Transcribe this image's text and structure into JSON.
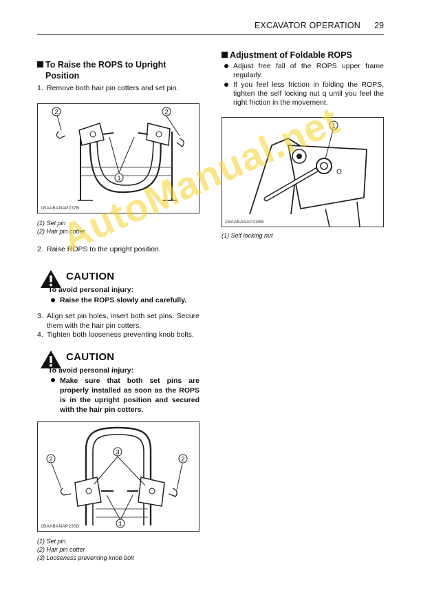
{
  "header": {
    "title": "EXCAVATOR OPERATION",
    "page_number": "29"
  },
  "left": {
    "section_title": "To Raise the ROPS to Upright Position",
    "step1": {
      "num": "1.",
      "text": "Remove both hair pin cotters and set pin."
    },
    "fig1": {
      "code": "1BAABANAP237B",
      "captions": [
        "(1) Set pin",
        "(2) Hair pin cotter"
      ]
    },
    "step2": {
      "num": "2.",
      "text": "Raise ROPS to the upright position."
    },
    "caution1": {
      "word": "CAUTION",
      "lead": "To avoid personal injury:",
      "bullet": "Raise the ROPS slowly and carefully."
    },
    "step3": {
      "num": "3.",
      "text": "Align set pin holes, insert both set pins. Secure them with the hair pin cotters."
    },
    "step4": {
      "num": "4.",
      "text": "Tighten both looseness preventing knob bolts."
    },
    "caution2": {
      "word": "CAUTION",
      "lead": "To avoid personal injury:",
      "bullet": "Make sure that both set pins are properly installed as soon as the ROPS is in the upright position and secured with the hair pin cotters."
    },
    "fig2": {
      "code": "1BAABANAP235D",
      "captions": [
        "(1) Set pin",
        "(2) Hair pin cotter",
        "(3) Looseness preventing knob bolt"
      ]
    }
  },
  "right": {
    "section_title": "Adjustment of Foldable ROPS",
    "bullets": [
      "Adjust free fall of the ROPS upper frame regularly.",
      "If you feel less friction in folding the ROPS, tighten the self locking nut q until you feel the right friction in the movement."
    ],
    "fig3": {
      "code": "1BAABANAP238B",
      "captions": [
        "(1) Self locking nut"
      ]
    }
  },
  "callouts": {
    "one": "1",
    "two": "2",
    "three": "3"
  },
  "watermark": "AutoManual.net",
  "colors": {
    "watermark": "#f5d228",
    "text": "#111111"
  }
}
